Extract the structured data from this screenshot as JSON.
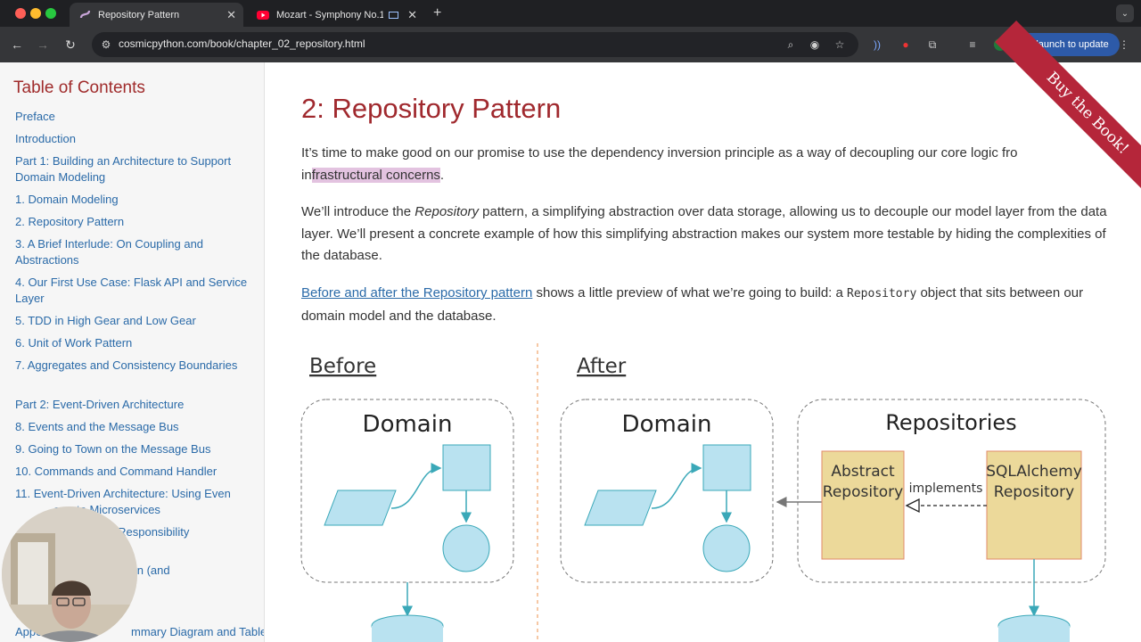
{
  "browser": {
    "tabs": [
      {
        "title": "Repository Pattern",
        "active": true
      },
      {
        "title": "Mozart - Symphony No.1(",
        "active": false
      }
    ],
    "url": "cosmicpython.com/book/chapter_02_repository.html",
    "relaunch_label": "Relaunch to update",
    "accent_color": "#2d5aa8"
  },
  "sidebar": {
    "title": "Table of Contents",
    "items": [
      "Preface",
      "Introduction",
      "Part 1: Building an Architecture to Support Domain Modeling",
      "1. Domain Modeling",
      "2. Repository Pattern",
      "3. A Brief Interlude: On Coupling and Abstractions",
      "4. Our First Use Case: Flask API and Service Layer",
      "5. TDD in High Gear and Low Gear",
      "6. Unit of Work Pattern",
      "7. Aggregates and Consistency Boundaries",
      "Part 2: Event-Driven Architecture",
      "8. Events and the Message Bus",
      "9. Going to Town on the Message Bus",
      "10. Commands and Command Handler",
      "11. Event-Driven Architecture: Using Even",
      "egrate Microservices",
      "y Responsibility",
      "tion (and",
      "Appe",
      "mmary Diagram and Table"
    ]
  },
  "article": {
    "heading": "2: Repository Pattern",
    "p1_a": "It’s time to make good on our promise to use the dependency inversion principle as a way of decoupling our core logic fro",
    "p1_b": "in",
    "p1_highlight": "frastructural concerns",
    "p1_c": ".",
    "p2_a": "We’ll introduce the ",
    "p2_em": "Repository",
    "p2_b": " pattern, a simplifying abstraction over data storage, allowing us to decouple our model layer from the data layer. We’ll present a concrete example of how this simplifying abstraction makes our system more testable by hiding the complexities of the database.",
    "p3_link": "Before and after the Repository pattern",
    "p3_a": " shows a little preview of what we’re going to build: a ",
    "p3_code": "Repository",
    "p3_b": " object that sits between our domain model and the database.",
    "ribbon": "Buy the Book!"
  },
  "diagram": {
    "before_label": "Before",
    "after_label": "After",
    "domain_label": "Domain",
    "repositories_label": "Repositories",
    "abstract_repo": [
      "Abstract",
      "Repository"
    ],
    "sqlalchemy_repo": [
      "SQLAlchemy",
      "Repository"
    ],
    "implements_label": "implements",
    "shape_fill": "#b9e2f0",
    "shape_stroke": "#3aa8b8",
    "repo_fill": "#ecd99a",
    "repo_stroke": "#e08a6a"
  }
}
